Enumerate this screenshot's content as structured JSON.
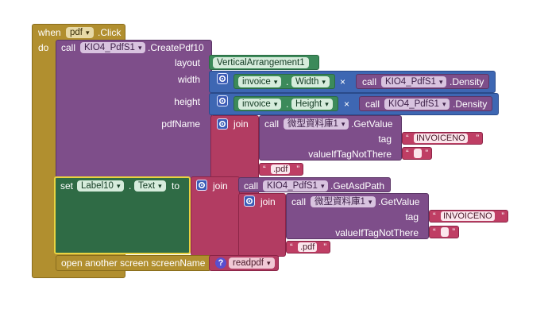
{
  "event": {
    "when": "when",
    "component": "pdf",
    "event": ".Click",
    "do": "do"
  },
  "create": {
    "call": "call",
    "component": "KIO4_PdfS1",
    "method": ".CreatePdf10",
    "labels": {
      "layout": "layout",
      "width": "width",
      "height": "height",
      "pdfName": "pdfName"
    },
    "layout_value": "VerticalArrangement1",
    "width_row": {
      "component": "invoice",
      "dot": ".",
      "property": "Width",
      "op": "×",
      "call": "call",
      "call_component": "KIO4_PdfS1",
      "call_method": ".Density"
    },
    "height_row": {
      "component": "invoice",
      "dot": ".",
      "property": "Height",
      "op": "×",
      "call": "call",
      "call_component": "KIO4_PdfS1",
      "call_method": ".Density"
    },
    "pdfname_join": {
      "join": "join",
      "call": "call",
      "component": "微型資料庫1",
      "method": ".GetValue",
      "tag_label": "tag",
      "tag_value": "INVOICENO",
      "default_label": "valueIfTagNotThere",
      "default_value": "",
      "suffix": ".pdf"
    }
  },
  "set_block": {
    "set": "set",
    "component": "Label10",
    "dot": ".",
    "property": "Text",
    "to": "to",
    "join": "join",
    "call": "call",
    "call_component": "KIO4_PdfS1",
    "call_method": ".GetAsdPath",
    "inner_join": "join",
    "inner_call": "call",
    "inner_component": "微型資料庫1",
    "inner_method": ".GetValue",
    "tag_label": "tag",
    "tag_value": "INVOICENO",
    "default_label": "valueIfTagNotThere",
    "default_value": "",
    "suffix": ".pdf"
  },
  "open_screen": {
    "label": "open another screen  screenName",
    "value": "readpdf"
  },
  "colors": {
    "event": "#b18f2f",
    "component_call": "#7e4e8a",
    "math": "#3e67b3",
    "text": "#b23c62",
    "layout": "#3c8a5a",
    "set": "#2f6b45"
  }
}
